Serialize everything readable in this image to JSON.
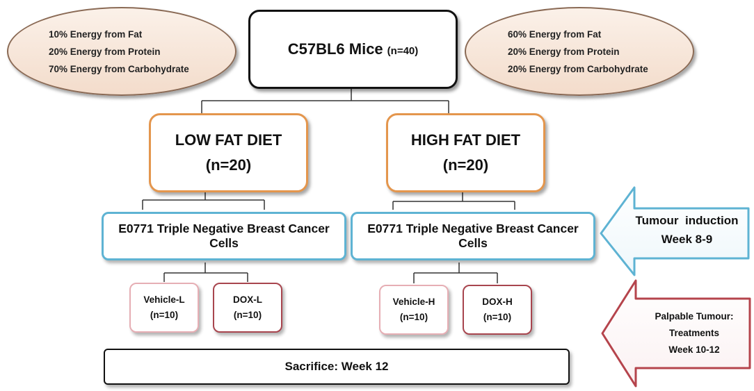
{
  "left_diet_composition": {
    "fat": "10% Energy from Fat",
    "protein": "20% Energy from Protein",
    "carbohydrate": "70% Energy from Carbohydrate"
  },
  "right_diet_composition": {
    "fat": "60% Energy from Fat",
    "protein": "20% Energy from Protein",
    "carbohydrate": "20% Energy from Carbohydrate"
  },
  "mice": {
    "label": "C57BL6 Mice",
    "count": "(n=40)"
  },
  "low_fat": {
    "title": "LOW FAT DIET",
    "count": "(n=20)"
  },
  "high_fat": {
    "title": "HIGH FAT DIET",
    "count": "(n=20)"
  },
  "cells_left": "E0771 Triple Negative Breast Cancer Cells",
  "cells_right": "E0771 Triple Negative Breast Cancer Cells",
  "treatments": {
    "vehicle_l": {
      "label": "Vehicle-L",
      "count": "(n=10)"
    },
    "dox_l": {
      "label": "DOX-L",
      "count": "(n=10)"
    },
    "vehicle_h": {
      "label": "Vehicle-H",
      "count": "(n=10)"
    },
    "dox_h": {
      "label": "DOX-H",
      "count": "(n=10)"
    }
  },
  "sacrifice": "Sacrifice: Week 12",
  "induction_arrow": {
    "line1": "Tumour  induction",
    "line2": "Week 8-9",
    "color": "#5eb3d3"
  },
  "treatment_arrow": {
    "line1": "Palpable Tumour:",
    "line2": "Treatments",
    "line3": "Week 10-12",
    "color": "#b5444c"
  },
  "colors": {
    "diet_border": "#e4964d",
    "cells_border": "#5eb3d3",
    "vehicle_border": "#e6aeb4",
    "dox_border": "#a8454e",
    "ellipse_border": "#8a6a55"
  }
}
